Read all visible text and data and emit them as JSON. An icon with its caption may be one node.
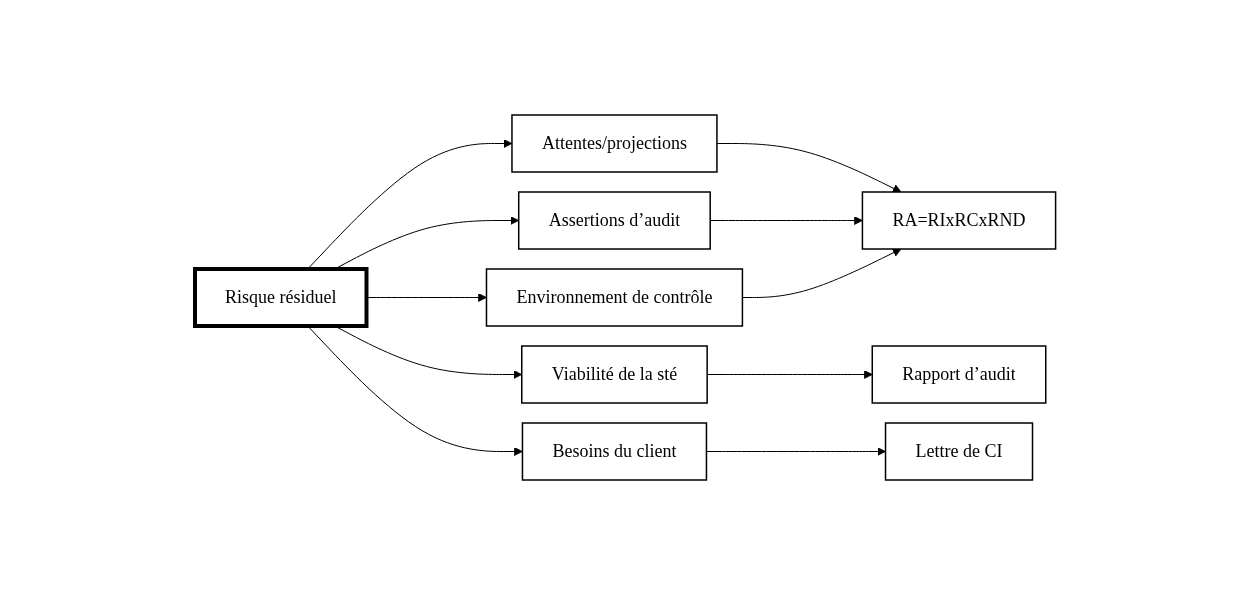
{
  "diagram": {
    "nodes": [
      {
        "text": [
          "Risque résiduel"
        ]
      },
      {
        "text": [
          "Attentes/projections"
        ]
      },
      {
        "text": [
          "Assertions d’audit"
        ]
      },
      {
        "text": [
          "Environnement de contrôle"
        ]
      },
      {
        "text": [
          "Viabilité de la sté"
        ]
      },
      {
        "text": [
          "Besoins du client"
        ]
      },
      {
        "text": [
          "RA=RIxRCxRND"
        ]
      },
      {
        "text": [
          "Rapport d’audit"
        ]
      },
      {
        "text": [
          "Lettre de CI"
        ]
      }
    ],
    "edges": [
      {
        "from": 0,
        "to": 1,
        "arrow": "to"
      },
      {
        "from": 0,
        "to": 2,
        "arrow": "to"
      },
      {
        "from": 0,
        "to": 3,
        "arrow": "to"
      },
      {
        "from": 0,
        "to": 4,
        "arrow": "to"
      },
      {
        "from": 0,
        "to": 5,
        "arrow": "to"
      },
      {
        "from": 1,
        "to": 6,
        "arrow": "to"
      },
      {
        "from": 2,
        "to": 6,
        "arrow": "to"
      },
      {
        "from": 3,
        "to": 6,
        "arrow": "to"
      },
      {
        "from": 4,
        "to": 7,
        "arrow": "to"
      },
      {
        "from": 5,
        "to": 8,
        "arrow": "to"
      }
    ]
  }
}
